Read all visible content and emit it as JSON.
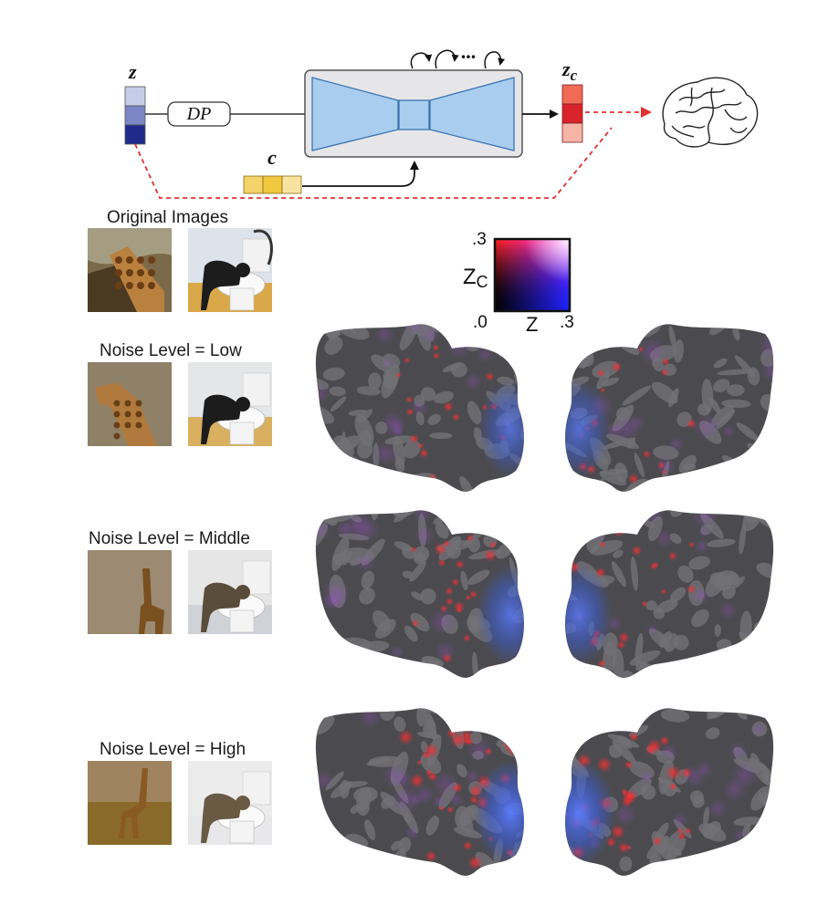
{
  "pipeline": {
    "z_label": "z",
    "dp_label": "DP",
    "c_label": "c",
    "zc_label_main": "z",
    "zc_label_sub": "c",
    "loop_ellipsis": "...",
    "colors": {
      "z_cells": [
        "#c6cde8",
        "#7b86c4",
        "#1f2a8a"
      ],
      "zc_cells": [
        "#f06a55",
        "#d8232a",
        "#f4b4a6"
      ],
      "c_cells": [
        "#f3d36a",
        "#f0c93f",
        "#f8e4a0"
      ],
      "unet_fill": "#a9cdef",
      "unet_box": "#e6e6e9",
      "dashed_arrow": "#e03030"
    }
  },
  "legend": {
    "y_top": ".3",
    "y_label_main": "Z",
    "y_label_sub": "C",
    "origin": ".0",
    "x_label": "Z",
    "x_right": ".3",
    "colors": {
      "top_left": "#ff0000",
      "bottom_right": "#0000ff",
      "origin": "#000000",
      "top_right": "#ffffff"
    }
  },
  "rows": [
    {
      "label": "Original Images",
      "intensity": 0.45
    },
    {
      "label": "Noise Level = Low",
      "intensity": 0.55
    },
    {
      "label": "Noise Level = Middle",
      "intensity": 0.7
    },
    {
      "label": "Noise Level = High",
      "intensity": 1.0
    }
  ],
  "thumb_subjects": [
    "giraffe",
    "cat on toilet"
  ],
  "brain_colors": {
    "base": "#4b4b4f",
    "sulci": "#707075",
    "red": "#e0303a",
    "blue": "#3a5cd8"
  }
}
